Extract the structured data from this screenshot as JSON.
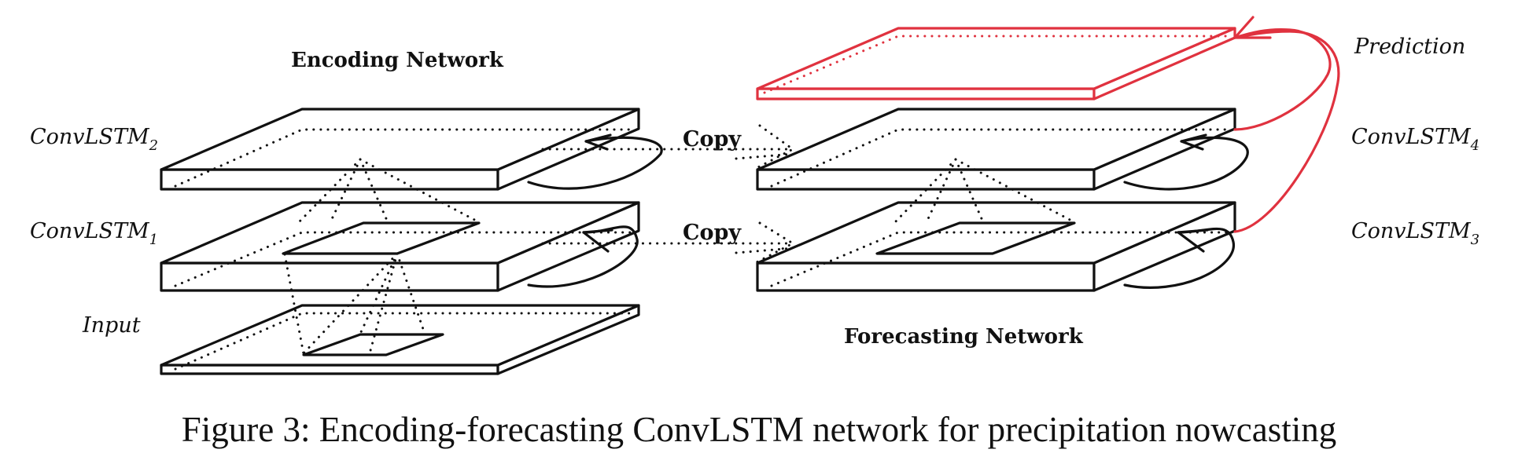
{
  "encoder": {
    "title": "Encoding Network",
    "layers": [
      {
        "name": "ConvLSTM",
        "sub": "2"
      },
      {
        "name": "ConvLSTM",
        "sub": "1"
      },
      {
        "name": "Input",
        "sub": ""
      }
    ]
  },
  "forecaster": {
    "title": "Forecasting Network",
    "layers": [
      {
        "name": "ConvLSTM",
        "sub": "4"
      },
      {
        "name": "ConvLSTM",
        "sub": "3"
      }
    ],
    "output": "Prediction"
  },
  "copy_labels": [
    "Copy",
    "Copy"
  ],
  "caption": "Figure 3: Encoding-forecasting ConvLSTM network for precipitation nowcasting",
  "colors": {
    "lines": "#111111",
    "prediction": "#e0323f"
  }
}
